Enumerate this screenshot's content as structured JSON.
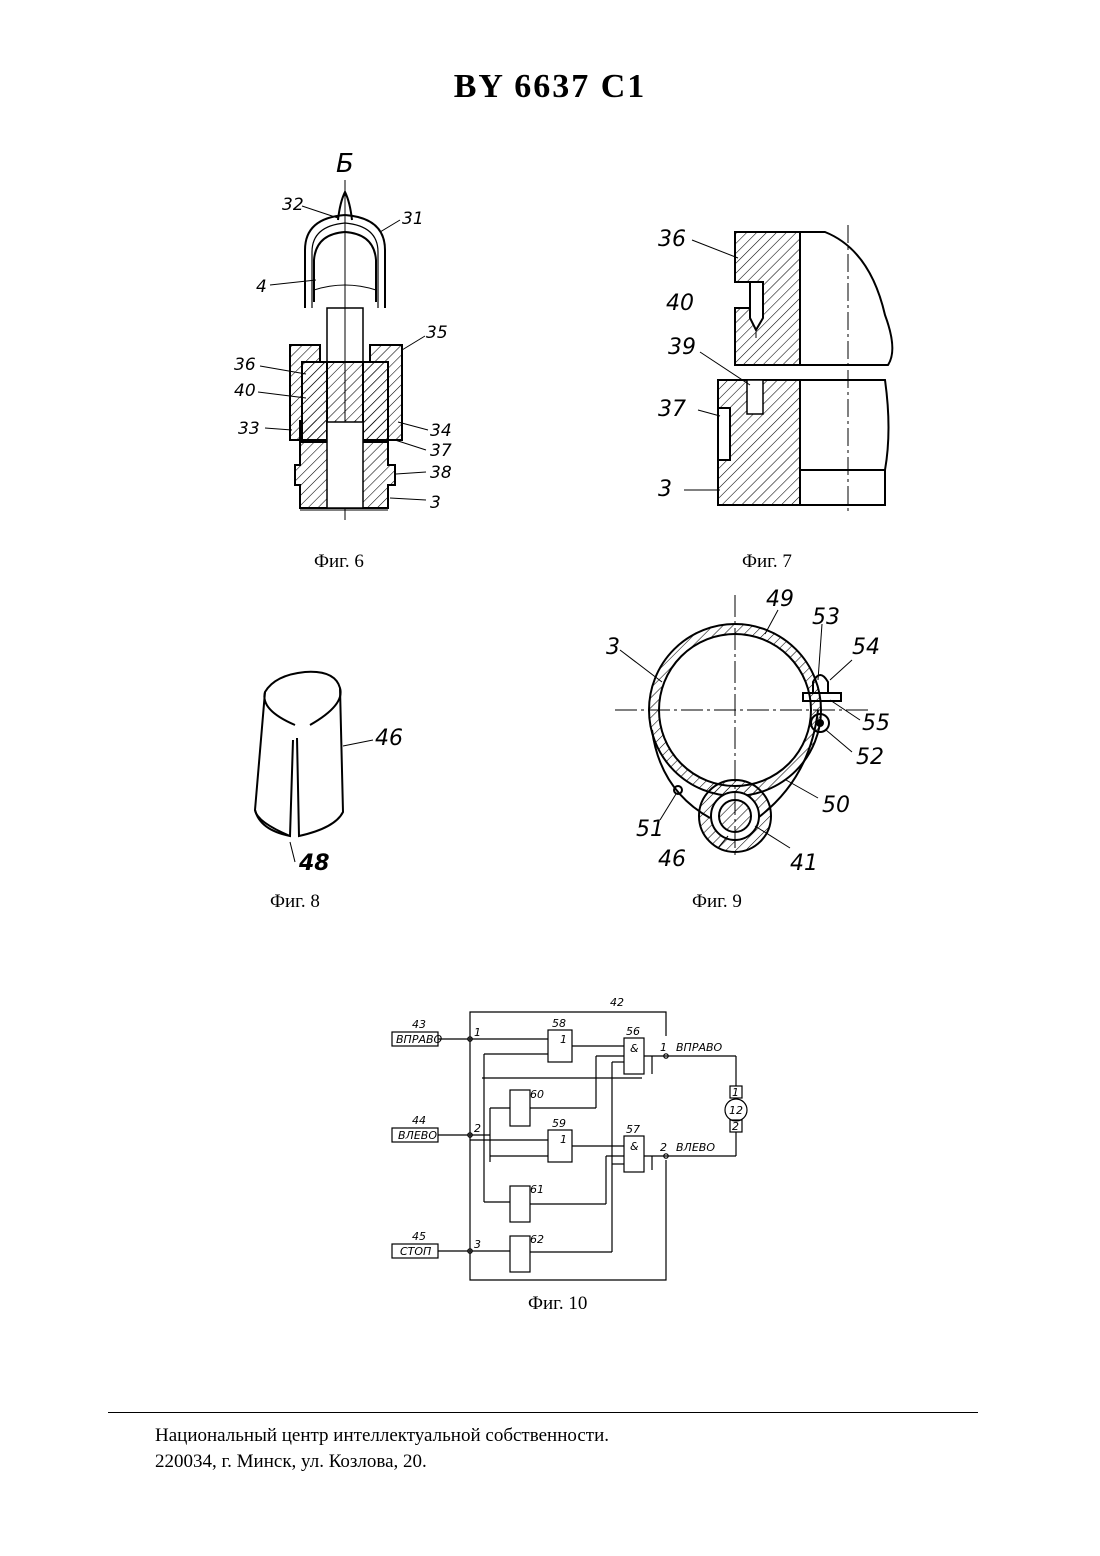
{
  "header": {
    "title": "BY 6637 C1"
  },
  "figures": {
    "fig6": {
      "caption": "Фиг. 6",
      "view_letter": "Б",
      "labels": {
        "l32": "32",
        "l31": "31",
        "l4": "4",
        "l35": "35",
        "l36": "36",
        "l40": "40",
        "l33": "33",
        "l34": "34",
        "l37": "37",
        "l38": "38",
        "l3": "3"
      }
    },
    "fig7": {
      "caption": "Фиг. 7",
      "labels": {
        "l36": "36",
        "l40": "40",
        "l39": "39",
        "l37": "37",
        "l3": "3"
      }
    },
    "fig8": {
      "caption": "Фиг. 8",
      "labels": {
        "l46": "46",
        "l48": "48"
      }
    },
    "fig9": {
      "caption": "Фиг. 9",
      "labels": {
        "l49": "49",
        "l53": "53",
        "l54": "54",
        "l3": "3",
        "l55": "55",
        "l52": "52",
        "l50": "50",
        "l51": "51",
        "l46": "46",
        "l41": "41"
      }
    },
    "fig10": {
      "caption": "Фиг. 10",
      "labels": {
        "l42": "42",
        "l43": "43",
        "l44": "44",
        "l45": "45",
        "btn_right": "ВПРАВО",
        "btn_left": "ВЛЕВО",
        "btn_stop": "СТОП",
        "n1": "1",
        "n2": "2",
        "n3": "3",
        "b58": "58",
        "b56": "56",
        "b60": "60",
        "b59": "59",
        "b57": "57",
        "b61": "61",
        "b62": "62",
        "or_sym": "1",
        "and_sym": "&",
        "out1": "1",
        "out2": "2",
        "out_right": "ВПРАВО",
        "out_left": "ВЛЕВО",
        "motor": "12",
        "m1": "1",
        "m2": "2"
      }
    }
  },
  "footer": {
    "line1": "Национальный центр интеллектуальной собственности.",
    "line2": "220034, г. Минск, ул. Козлова, 20."
  }
}
